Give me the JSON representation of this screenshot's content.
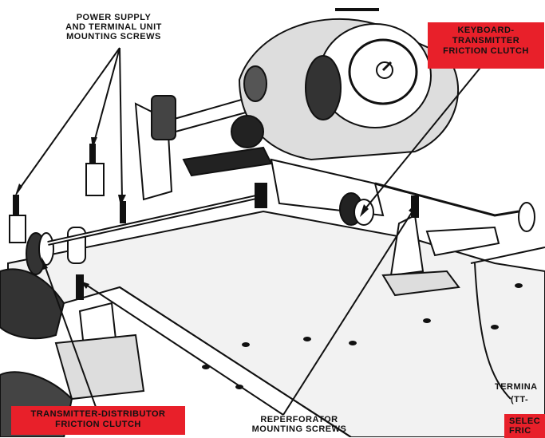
{
  "labels": {
    "power_supply": "POWER SUPPLY\nAND TERMINAL UNIT\nMOUNTING SCREWS",
    "keyboard_transmitter": "KEYBOARD-\nTRANSMITTER\nFRICTION CLUTCH",
    "transmitter_distributor": "TRANSMITTER-DISTRIBUTOR\nFRICTION CLUTCH",
    "reperforator": "REPERFORATOR\nMOUNTING SCREWS",
    "terminal_partial": "TERMINA",
    "tt_partial": "(TT-",
    "selec_partial": "SELEC\nFRIC"
  },
  "colors": {
    "label_highlight": "#e8202a",
    "ink": "#111111",
    "paper": "#ffffff",
    "panel": "#f2f2f2"
  }
}
